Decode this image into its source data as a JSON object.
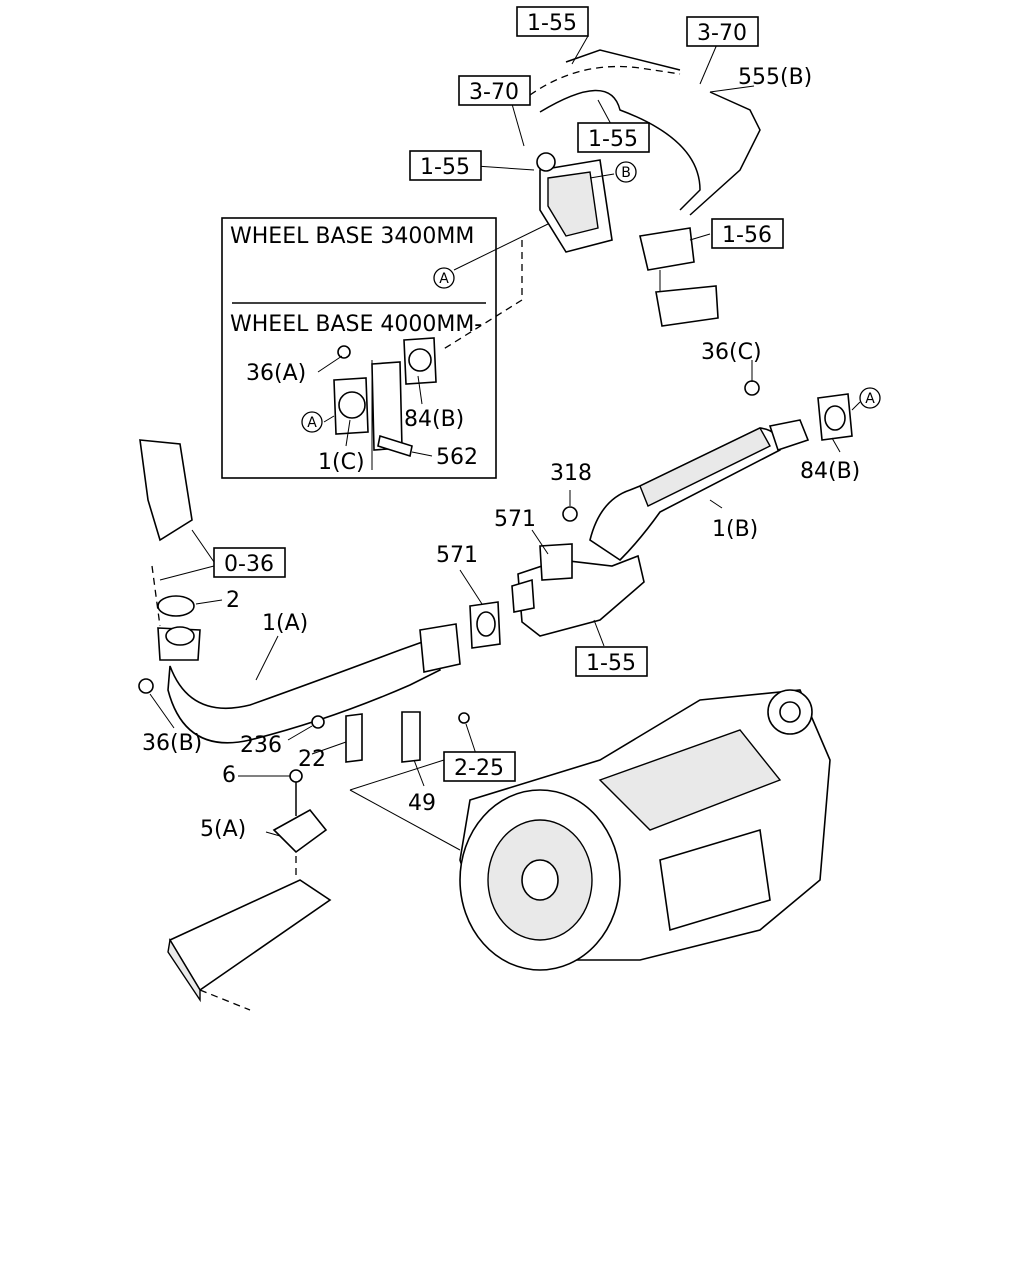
{
  "inset": {
    "line1": "WHEEL BASE 3400MM",
    "line2": "WHEEL BASE 4000MM-"
  },
  "refs": {
    "r155_top": "1-55",
    "r370_right": "3-70",
    "r370_left": "3-70",
    "r155_mid": "1-55",
    "r155_left": "1-55",
    "r156": "1-56",
    "r036": "0-36",
    "r155_bottom": "1-55",
    "r225": "2-25"
  },
  "labels": {
    "l555b": "555(B)",
    "l36a": "36(A)",
    "l84b_inset": "84(B)",
    "l1c": "1(C)",
    "l562": "562",
    "l36c": "36(C)",
    "l84b": "84(B)",
    "l318": "318",
    "l571a": "571",
    "l571b": "571",
    "l1b": "1(B)",
    "l2": "2",
    "l1a": "1(A)",
    "l36b": "36(B)",
    "l236": "236",
    "l22": "22",
    "l6": "6",
    "l49": "49",
    "l5a": "5(A)"
  },
  "circles": {
    "b": "B",
    "a_top": "A",
    "a_inset": "A",
    "a_right": "A"
  }
}
